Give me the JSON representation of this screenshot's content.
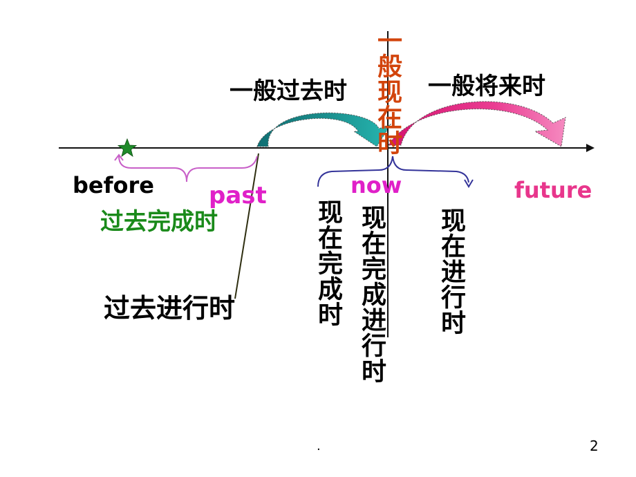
{
  "labels": {
    "simple_past": "一般过去时",
    "simple_present": "一般现在时",
    "simple_future": "一般将来时",
    "before": "before",
    "past": "past",
    "now": "now",
    "future": "future",
    "past_perfect": "过去完成时",
    "past_progressive": "过去进行时",
    "present_perfect": "现在完成时",
    "present_perfect_progressive": "现在完成进行时",
    "present_progressive": "现在进行时"
  },
  "footer": {
    "dot": ".",
    "page_number": "2"
  },
  "colors": {
    "simple_present": "#d2440c",
    "past_word": "#e020c8",
    "now_word": "#e020c8",
    "future_word": "#e8368c",
    "past_perfect": "#1a8a1a",
    "past_arc_fill": "#1f9a98",
    "future_arc_fill": "#ee3d93",
    "brace_past": "#d06ad0",
    "brace_now": "#3333aa",
    "star": "#1f8a2a"
  }
}
